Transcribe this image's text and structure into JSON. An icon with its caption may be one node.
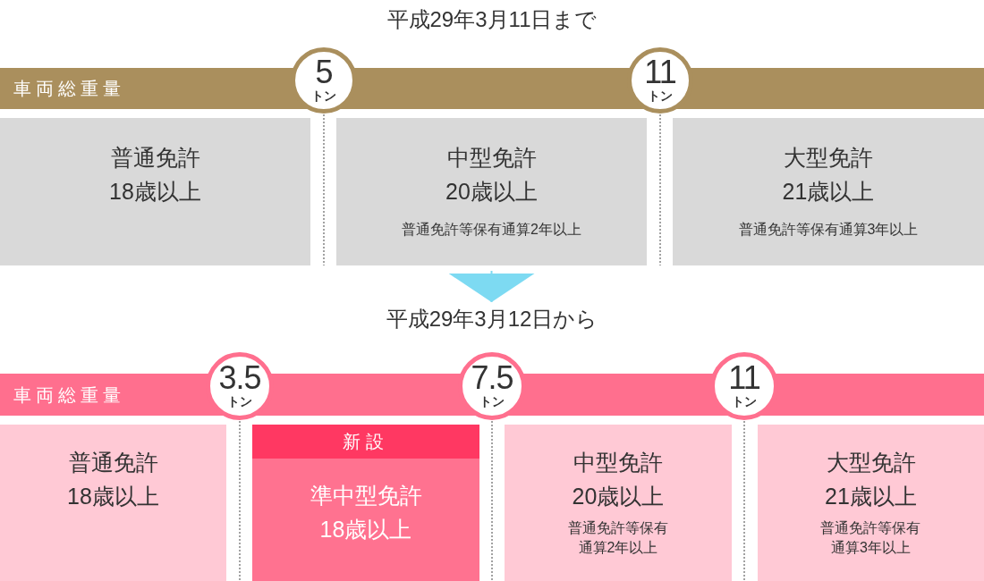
{
  "diagram": {
    "nodes": [
      {
        "text": [
          "車両総重量"
        ]
      },
      {
        "text": [
          "5",
          "トン"
        ]
      },
      {
        "text": [
          "11",
          "トン"
        ]
      },
      {
        "text": [
          "普通免許",
          "18歳以上"
        ]
      },
      {
        "text": [
          "中型免許",
          "20歳以上",
          "普通免許等保有通算2年以上"
        ]
      },
      {
        "text": [
          "大型免許",
          "21歳以上",
          "普通免許等保有通算3年以上"
        ]
      },
      {
        "text": [
          "平成29年3月12日から"
        ]
      },
      {
        "text": [
          "車両総重量"
        ]
      },
      {
        "text": [
          "3.5",
          "トン"
        ]
      },
      {
        "text": [
          "7.5",
          "トン"
        ]
      },
      {
        "text": [
          "11",
          "トン"
        ]
      },
      {
        "text": [
          "普通免許",
          "18歳以上"
        ]
      },
      {
        "text": [
          "新設",
          "準中型免許",
          "18歳以上"
        ]
      },
      {
        "text": [
          "中型免許",
          "20歳以上",
          "普通免許等保有通算2年以上"
        ]
      },
      {
        "text": [
          "大型免許",
          "21歳以上",
          "普通免許等保有通算3年以上"
        ]
      }
    ],
    "edges": [
      {
        "from": 4,
        "to": 6,
        "arrow": "to"
      }
    ],
    "labels": [
      "平成29年3月11日まで"
    ]
  }
}
